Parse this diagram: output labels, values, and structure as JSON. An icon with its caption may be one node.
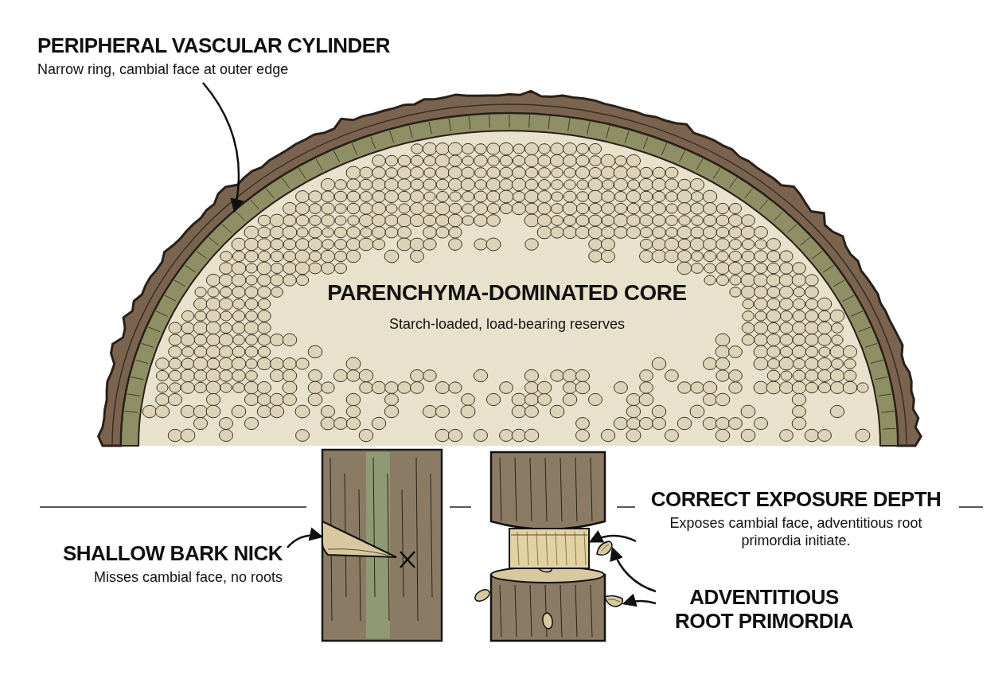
{
  "diagram": {
    "nodes": [
      {
        "text": [
          "PERIPHERAL VASCULAR CYLINDER",
          "Narrow ring, cambial face at outer edge"
        ]
      },
      {
        "text": [],
        "shape": "picture"
      },
      {
        "text": [
          "SHALLOW BARK NICK",
          "Misses cambial face, no roots"
        ]
      },
      {
        "text": [],
        "shape": "picture"
      },
      {
        "text": [
          "CORRECT EXPOSURE DEPTH",
          "Exposes cambial face, adventitious root primordia initiate."
        ]
      },
      {
        "text": [],
        "shape": "picture"
      },
      {
        "text": [
          "ADVENTITIOUS ROOT PRIMORDIA"
        ]
      },
      {
        "text": [],
        "shape": "picture"
      },
      {
        "text": [],
        "shape": "picture"
      }
    ],
    "edges": [
      {
        "from": 0,
        "to": 1,
        "arrow": "to"
      },
      {
        "from": 2,
        "to": 3,
        "arrow": "to"
      },
      {
        "from": 4,
        "to": 5,
        "arrow": "to"
      },
      {
        "from": 6,
        "to": 7,
        "arrow": "to"
      },
      {
        "from": 6,
        "to": 8,
        "arrow": "to"
      }
    ],
    "labels": [
      "PARENCHYMA-DOMINATED CORE",
      "Starch-loaded, load-bearing reserves"
    ]
  }
}
